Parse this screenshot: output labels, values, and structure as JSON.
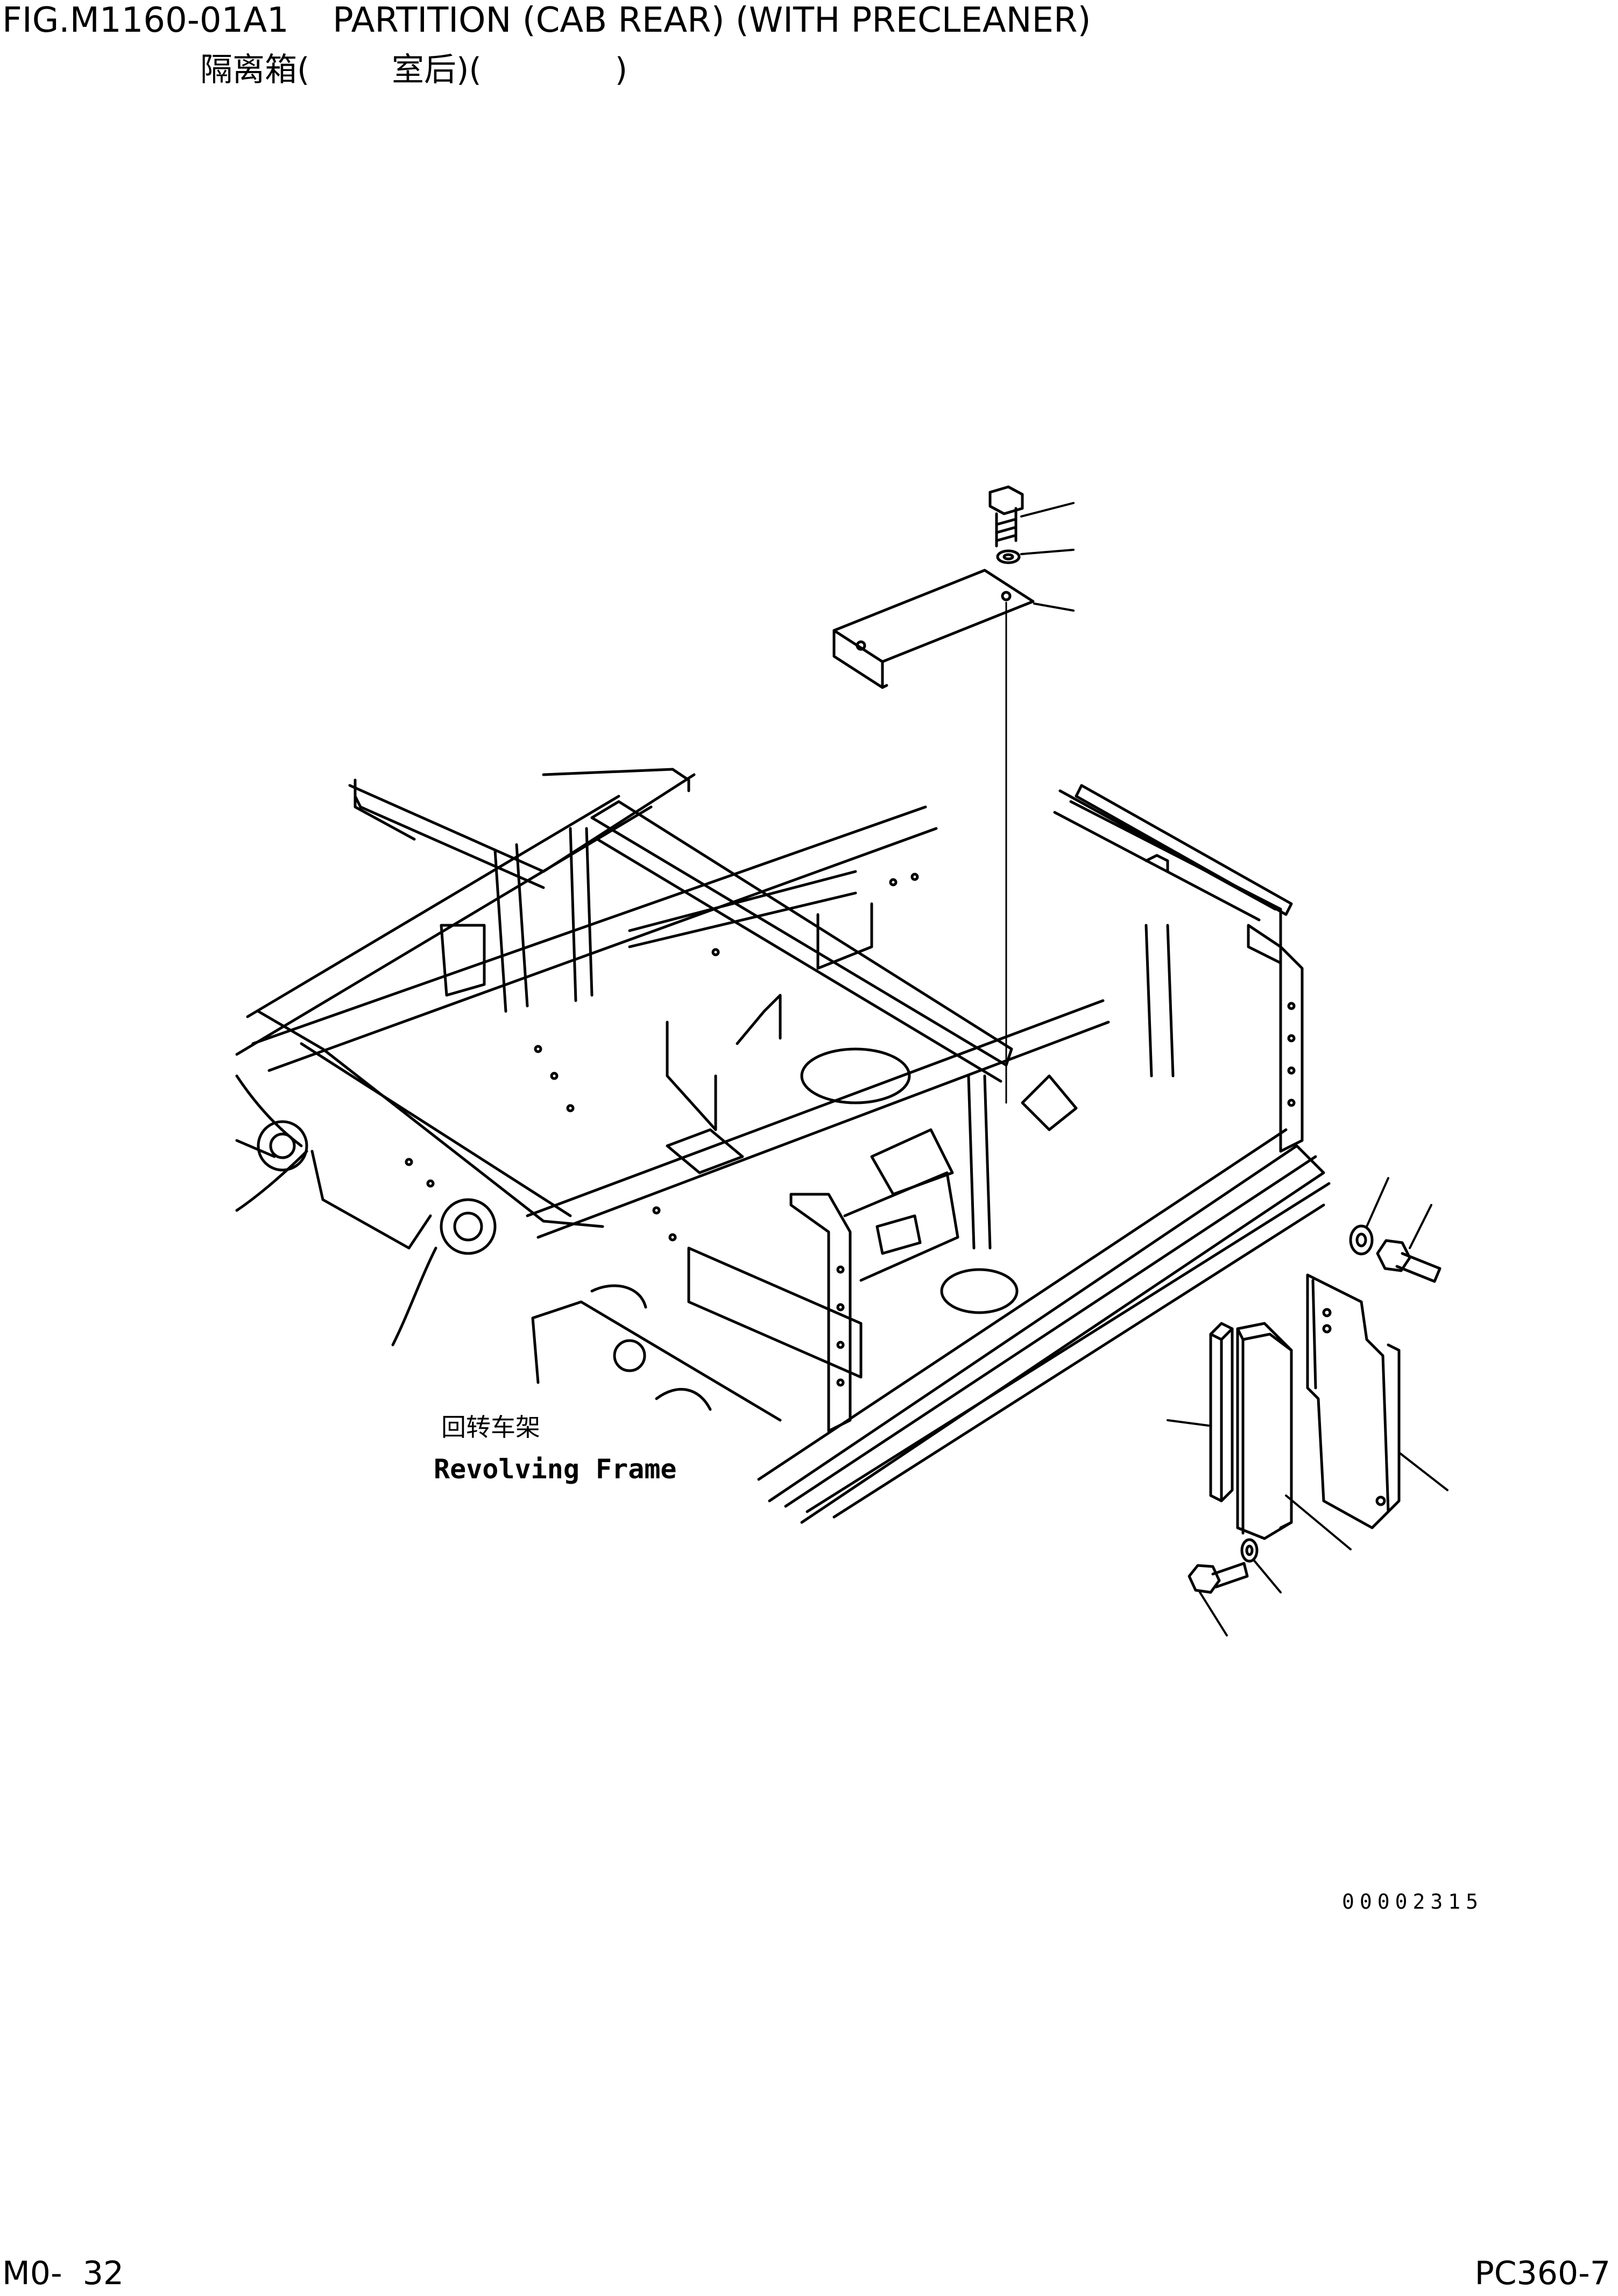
{
  "header": {
    "figure_title": "FIG.M1160-01A1    PARTITION (CAB REAR) (WITH PRECLEANER)",
    "chinese_title": "隔离箱(        室后)(             )"
  },
  "labels": {
    "frame_chinese": "回转车架",
    "frame_english": "Revolving Frame"
  },
  "illustration_number": "00002315",
  "footer": {
    "page": "M0-  32",
    "model": "PC360-7"
  }
}
